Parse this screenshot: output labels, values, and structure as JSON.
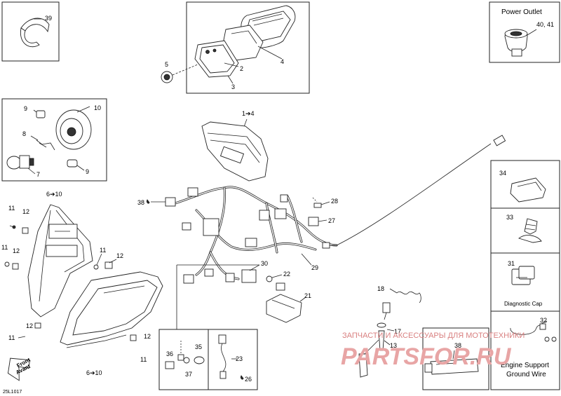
{
  "diagram_code": "25L1017",
  "boxes": {
    "power_outlet": {
      "title": "Power Outlet",
      "label": "40, 41"
    },
    "diagnostic_cap": {
      "title": "Diagnostic Cap",
      "label": "31"
    },
    "ground_wire": {
      "title_line1": "Engine Support",
      "title_line2": "Ground Wire",
      "label": "32"
    },
    "box_34": {
      "label": "34"
    },
    "box_33": {
      "label": "33"
    },
    "box_39": {
      "label": "39"
    },
    "box_38": {
      "label": "38"
    }
  },
  "callouts": {
    "c1": "1➔4",
    "c2": "2",
    "c3": "3",
    "c4": "4",
    "c5": "5",
    "c6a": "6➔10",
    "c6b": "6➔10",
    "c7": "7",
    "c8": "8",
    "c9a": "9",
    "c9b": "9",
    "c10": "10",
    "c11a": "11",
    "c11b": "11",
    "c11c": "11",
    "c11d": "11",
    "c11e": "11",
    "c12a": "12",
    "c12b": "12",
    "c12c": "12",
    "c12d": "12",
    "c12e": "12",
    "c13": "13",
    "c17": "17",
    "c18": "18",
    "c21": "21",
    "c22": "22",
    "c23": "23",
    "c26": "26",
    "c27": "27",
    "c28": "28",
    "c29": "29",
    "c30": "30",
    "c35": "35",
    "c36": "36",
    "c37": "37",
    "c38": "38"
  },
  "front_arrow": {
    "line1": "Front",
    "line2": "Avant"
  },
  "watermark": {
    "line1": "ЗАПЧАСТИ И АКСЕССУАРЫ ДЛЯ МОТОТЕХНИКИ",
    "line2": "PARTSFOR.RU"
  },
  "colors": {
    "line": "#222222",
    "watermark": "#e8a5a5"
  }
}
